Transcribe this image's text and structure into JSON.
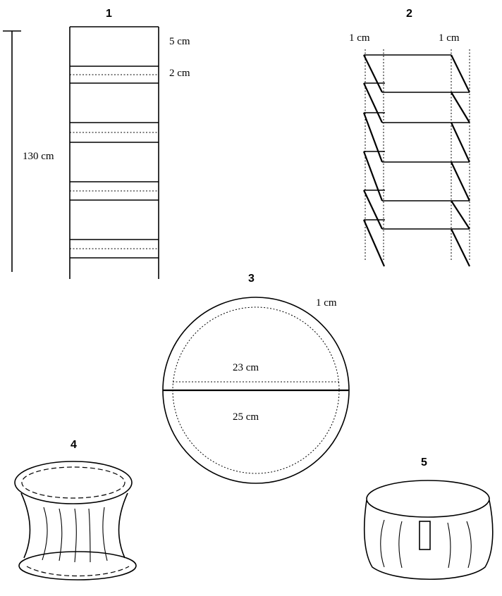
{
  "figures": {
    "fig1": {
      "number": "1",
      "label_band": "5 cm",
      "label_seam": "2 cm",
      "label_length": "130 cm"
    },
    "fig2": {
      "number": "2",
      "label_left": "1 cm",
      "label_right": "1 cm"
    },
    "fig3": {
      "number": "3",
      "label_allowance": "1 cm",
      "label_inner": "23 cm",
      "label_outer": "25 cm"
    },
    "fig4": {
      "number": "4"
    },
    "fig5": {
      "number": "5"
    }
  }
}
